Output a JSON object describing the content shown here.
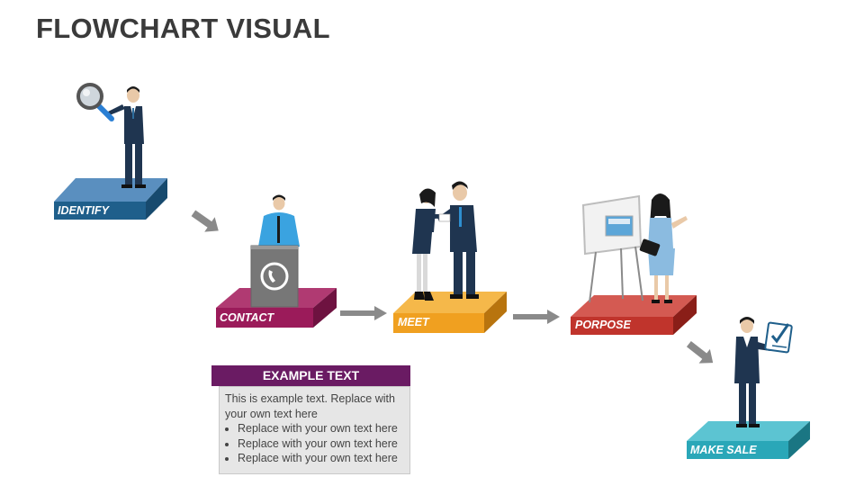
{
  "title": "FLOWCHART VISUAL",
  "steps": [
    {
      "label": "IDENTIFY",
      "color": "#1f5f8b"
    },
    {
      "label": "CONTACT",
      "color": "#9b1b5a"
    },
    {
      "label": "MEET",
      "color": "#f0a020"
    },
    {
      "label": "PORPOSE",
      "color": "#c0342c"
    },
    {
      "label": "MAKE SALE",
      "color": "#2aa7b8"
    }
  ],
  "text_box": {
    "header": "EXAMPLE TEXT",
    "intro": "This is example text. Replace with your own text here",
    "bullets": [
      "Replace with your own text here",
      "Replace with your own text here",
      "Replace with your own text here"
    ]
  },
  "colors": {
    "arrow": "#8a8a8a",
    "header": "#6a1b63",
    "body": "#e6e6e6"
  },
  "icons": [
    "magnifier-icon",
    "phone-icon",
    "checklist-icon"
  ]
}
